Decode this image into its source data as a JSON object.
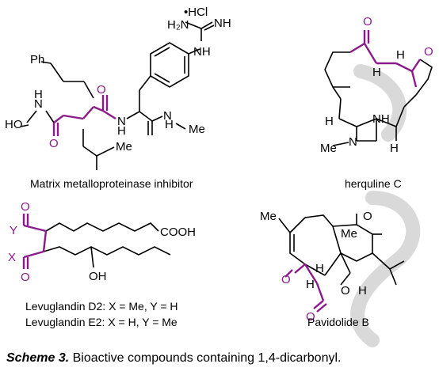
{
  "compounds": {
    "mmp": {
      "label": "Matrix metalloproteinase inhibitor",
      "salt": "•HCl",
      "atoms": [
        "Ph",
        "H₂N",
        "NH",
        "NH",
        "HO",
        "N",
        "H",
        "O",
        "N",
        "H",
        "O",
        "N",
        "H",
        "Me",
        "Me"
      ]
    },
    "herquline": {
      "label": "herquline C",
      "atoms": [
        "O",
        "H",
        "H",
        "O",
        "H",
        "NH",
        "N",
        "Me",
        "H"
      ]
    },
    "levuglandin": {
      "label_d2": "Levuglandin D2: X = Me, Y = H",
      "label_e2": "Levuglandin E2: X = H, Y = Me",
      "atoms": [
        "O",
        "Y",
        "X",
        "O",
        "COOH",
        "OH"
      ]
    },
    "pavidolide": {
      "label": "Pavidolide B",
      "atoms": [
        "Me",
        "O",
        "Me",
        "H",
        "O",
        "H",
        "O",
        "H",
        "O"
      ]
    }
  },
  "caption": {
    "scheme_label": "Scheme 3.",
    "text": " Bioactive compounds containing 1,4-dicarbonyl."
  },
  "colors": {
    "highlight": "#8b1a8b",
    "bond": "#000000",
    "watermark": "#d9d9d9"
  }
}
